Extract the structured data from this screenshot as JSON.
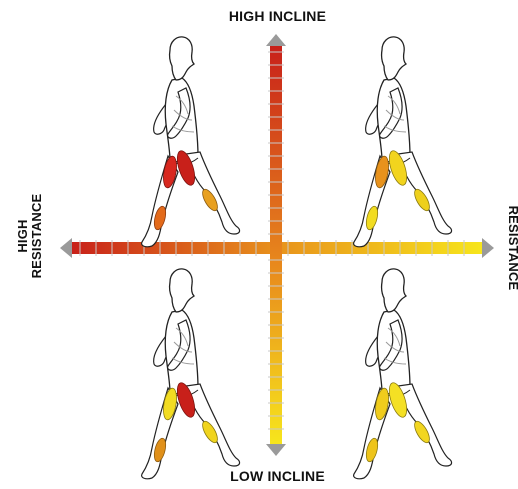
{
  "labels": {
    "top": "HIGH INCLINE",
    "bottom": "LOW INCLINE",
    "left_line1": "HIGH",
    "left_line2": "RESISTANCE",
    "right": "RESISTANCE"
  },
  "quadrants": [
    {
      "id": "top-left",
      "description_colors": {
        "thigh_front": "#d8281f",
        "thigh_back": "#c22018",
        "calf": "#e36a1a",
        "shin": "#e8a020"
      }
    },
    {
      "id": "top-right",
      "description_colors": {
        "thigh_front": "#eec81a",
        "thigh_back": "#e89a1a",
        "calf": "#f2dc20",
        "shin": "#eed01c"
      }
    },
    {
      "id": "bottom-left",
      "description_colors": {
        "thigh_front": "#c82018",
        "thigh_back": "#f2dc22",
        "calf": "#e0901a",
        "shin": "#f0d41e"
      }
    },
    {
      "id": "bottom-right",
      "description_colors": {
        "thigh_front": "#f4e024",
        "thigh_back": "#f0cc1c",
        "calf": "#eec41a",
        "shin": "#f2d620"
      }
    }
  ],
  "colors": {
    "hot": "#c8201a",
    "mid": "#e88a1c",
    "cool": "#f7e61c",
    "arrowhead": "#9a9a9a",
    "tick": "#c9c9c9"
  }
}
